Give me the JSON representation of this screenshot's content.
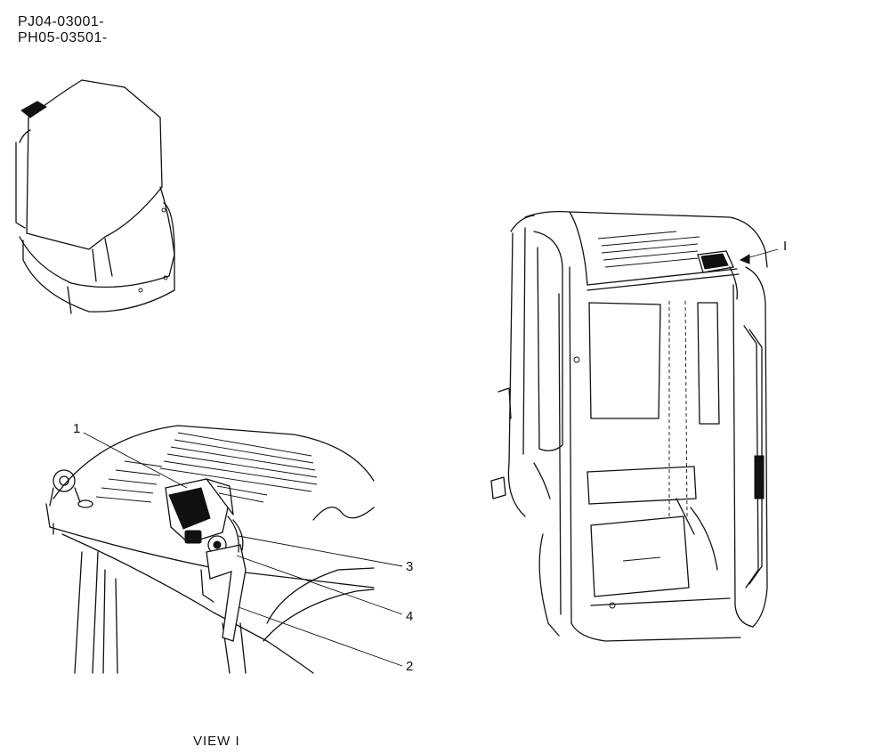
{
  "header": {
    "serial_1": "PJ04-03001-",
    "serial_2": "PH05-03501-"
  },
  "callouts": {
    "part_1": "1",
    "part_2": "2",
    "part_3": "3",
    "part_4": "4",
    "view_marker": "I"
  },
  "caption": {
    "view": "VIEW I"
  }
}
